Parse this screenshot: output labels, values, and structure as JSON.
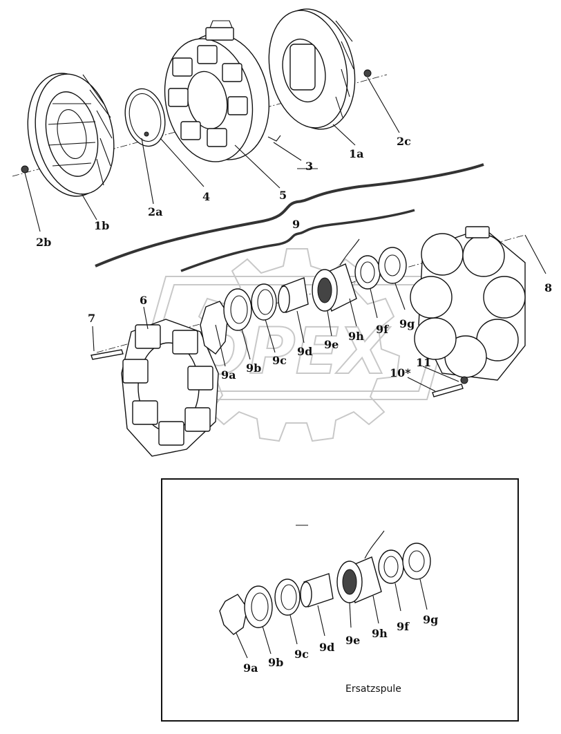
{
  "labels_top": [
    "1a",
    "1b",
    "2a",
    "2b",
    "2c",
    "3",
    "4",
    "5"
  ],
  "labels_main": [
    "9",
    "6",
    "7",
    "9a",
    "9b",
    "9c",
    "9d",
    "9e",
    "9h",
    "9f",
    "9g",
    "10*",
    "11",
    "8"
  ],
  "labels_inset": [
    "9a",
    "9b",
    "9c",
    "9d",
    "9e",
    "9h",
    "9f",
    "9g"
  ],
  "inset_caption": "Ersatzspule"
}
